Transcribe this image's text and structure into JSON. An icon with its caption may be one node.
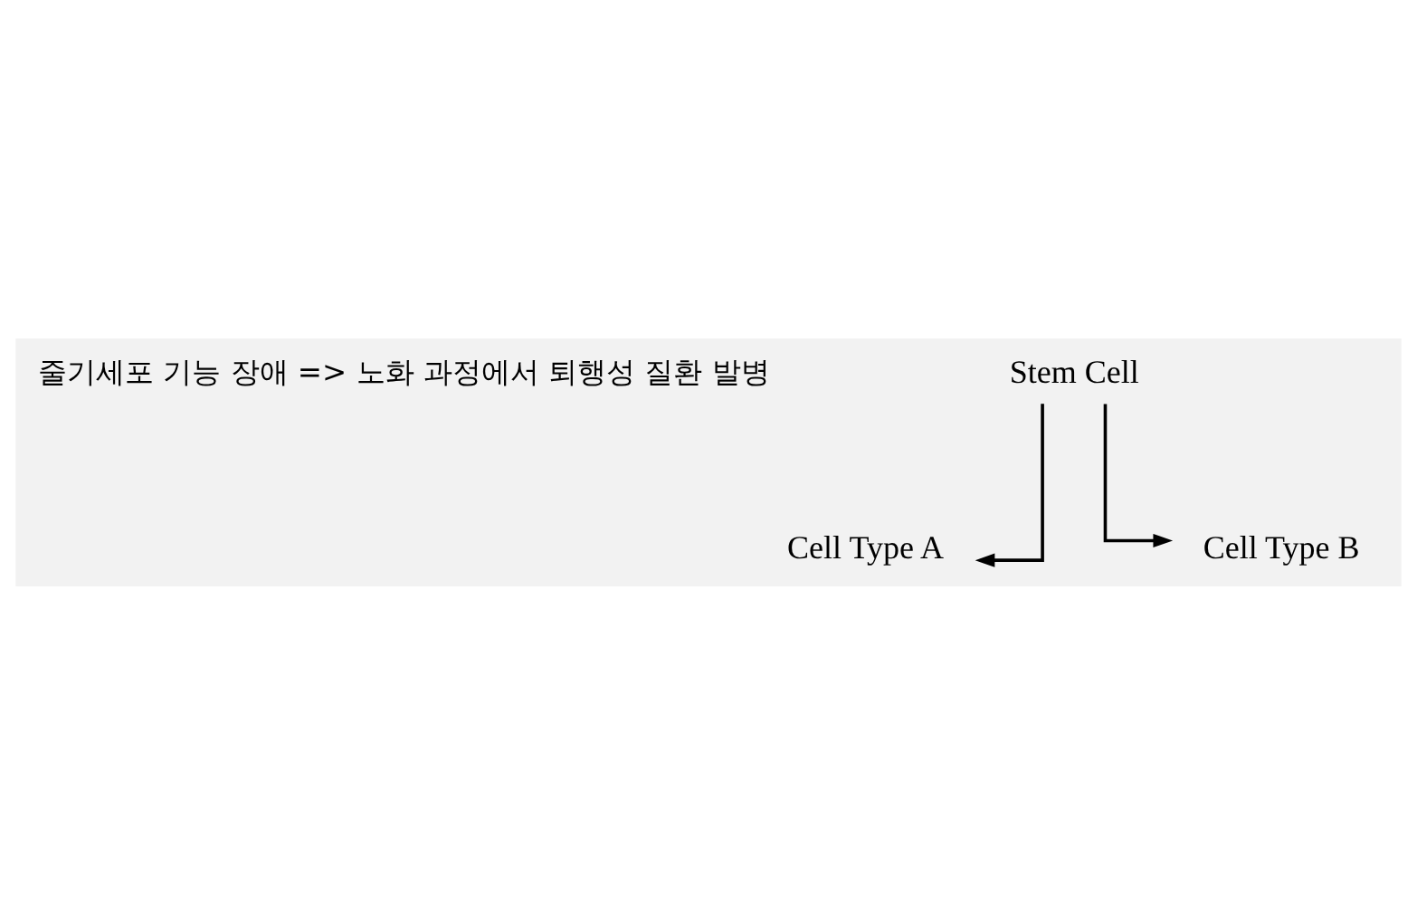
{
  "diagram": {
    "nodes": [
      {
        "text": [
          "Stem Cell"
        ]
      },
      {
        "text": [
          "Cell Type A"
        ]
      },
      {
        "text": [
          "Cell Type B"
        ]
      }
    ],
    "edges": [
      {
        "from": 0,
        "to": 1,
        "arrow": "to"
      },
      {
        "from": 0,
        "to": 2,
        "arrow": "to"
      }
    ],
    "labels": [
      "줄기세포 기능 장애 => 노화 과정에서 퇴행성 질환 발병"
    ]
  }
}
